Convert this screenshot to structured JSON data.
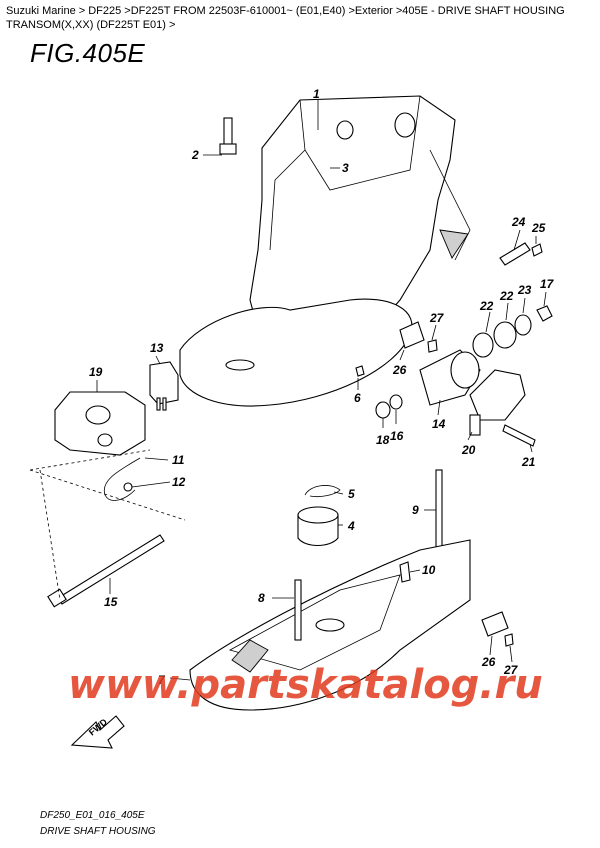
{
  "breadcrumb": {
    "text": "Suzuki Marine > DF225 >DF225T FROM 22503F-610001~ (E01,E40) >Exterior >405E - DRIVE SHAFT HOUSING TRANSOM(X,XX) (DF225T E01) >"
  },
  "figure": {
    "title": "FIG.405E",
    "footer_code": "DF250_E01_016_405E",
    "footer_name": "DRIVE SHAFT HOUSING"
  },
  "watermark": "www.partskatalog.ru",
  "fwd_label": "FWD",
  "callouts": [
    "1",
    "2",
    "3",
    "4",
    "5",
    "6",
    "7",
    "8",
    "9",
    "10",
    "11",
    "12",
    "13",
    "14",
    "15",
    "16",
    "17",
    "18",
    "19",
    "20",
    "21",
    "22",
    "22",
    "23",
    "24",
    "25",
    "26",
    "26",
    "27",
    "27"
  ]
}
